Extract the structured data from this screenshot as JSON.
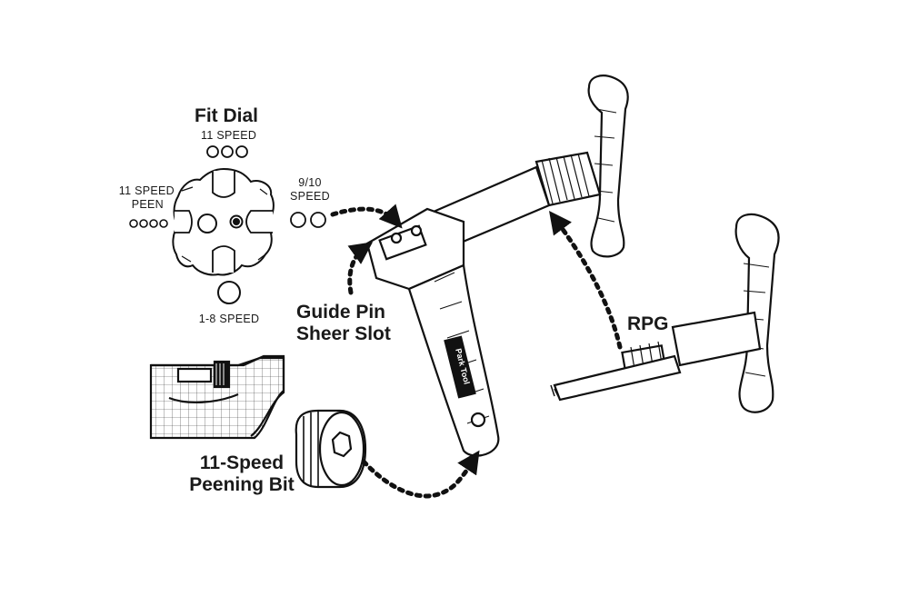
{
  "labels": {
    "fit_dial": "Fit Dial",
    "speed_11": "11 SPEED",
    "speed_11_peen_line1": "11 SPEED",
    "speed_11_peen_line2": "PEEN",
    "speed_9_10_line1": "9/10",
    "speed_9_10_line2": "SPEED",
    "speed_1_8": "1-8 SPEED",
    "guide_pin_line1": "Guide Pin",
    "guide_pin_line2": "Sheer Slot",
    "rpg": "RPG",
    "peening_bit_line1": "11-Speed",
    "peening_bit_line2": "Peening Bit"
  },
  "tool_badge": "Park Tool",
  "colors": {
    "ink": "#1a1a1a",
    "background": "#ffffff"
  }
}
